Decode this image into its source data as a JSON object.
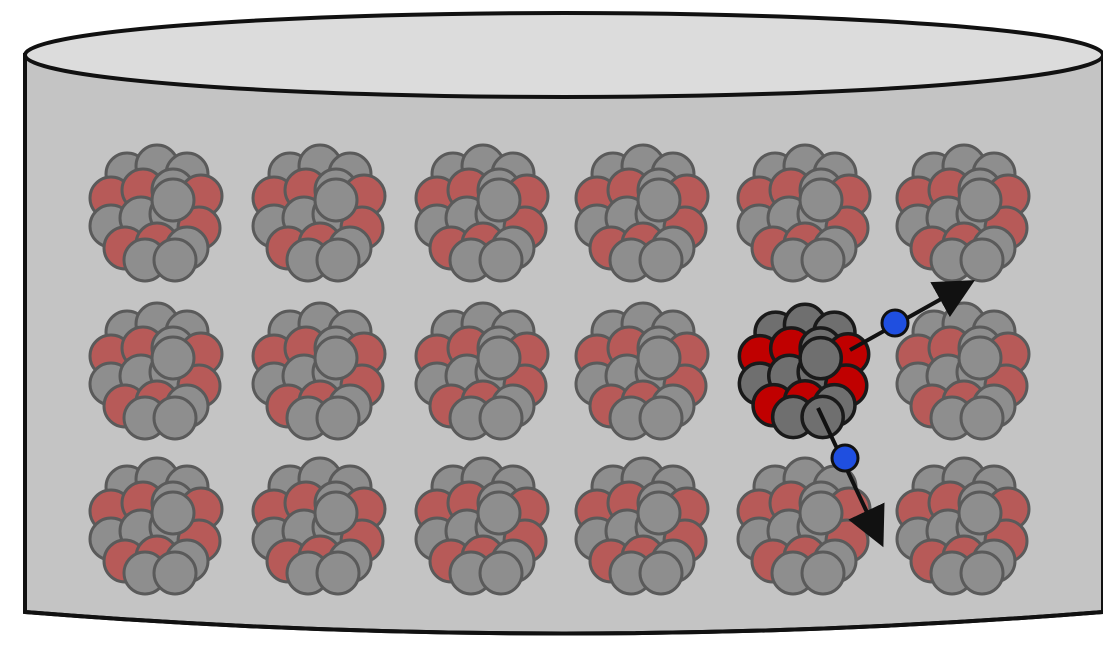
{
  "diagram": {
    "description_colors": {
      "background": "#ffffff",
      "cylinder_body": "#c4c4c4",
      "cylinder_top": "#dcdcdc",
      "outline": "#111111",
      "nucleon_gray_faded": "#8e8e8e",
      "nucleon_red_faded": "#b75a58",
      "nucleon_gray_active": "#6f6f6f",
      "nucleon_red_active": "#c00000",
      "neutron_blue": "#1f4fe0",
      "arrow": "#111111"
    },
    "grid": {
      "rows": 3,
      "cols": 6
    },
    "active_nucleus": {
      "row": 2,
      "col": 5
    },
    "emitted_particles": 2
  }
}
